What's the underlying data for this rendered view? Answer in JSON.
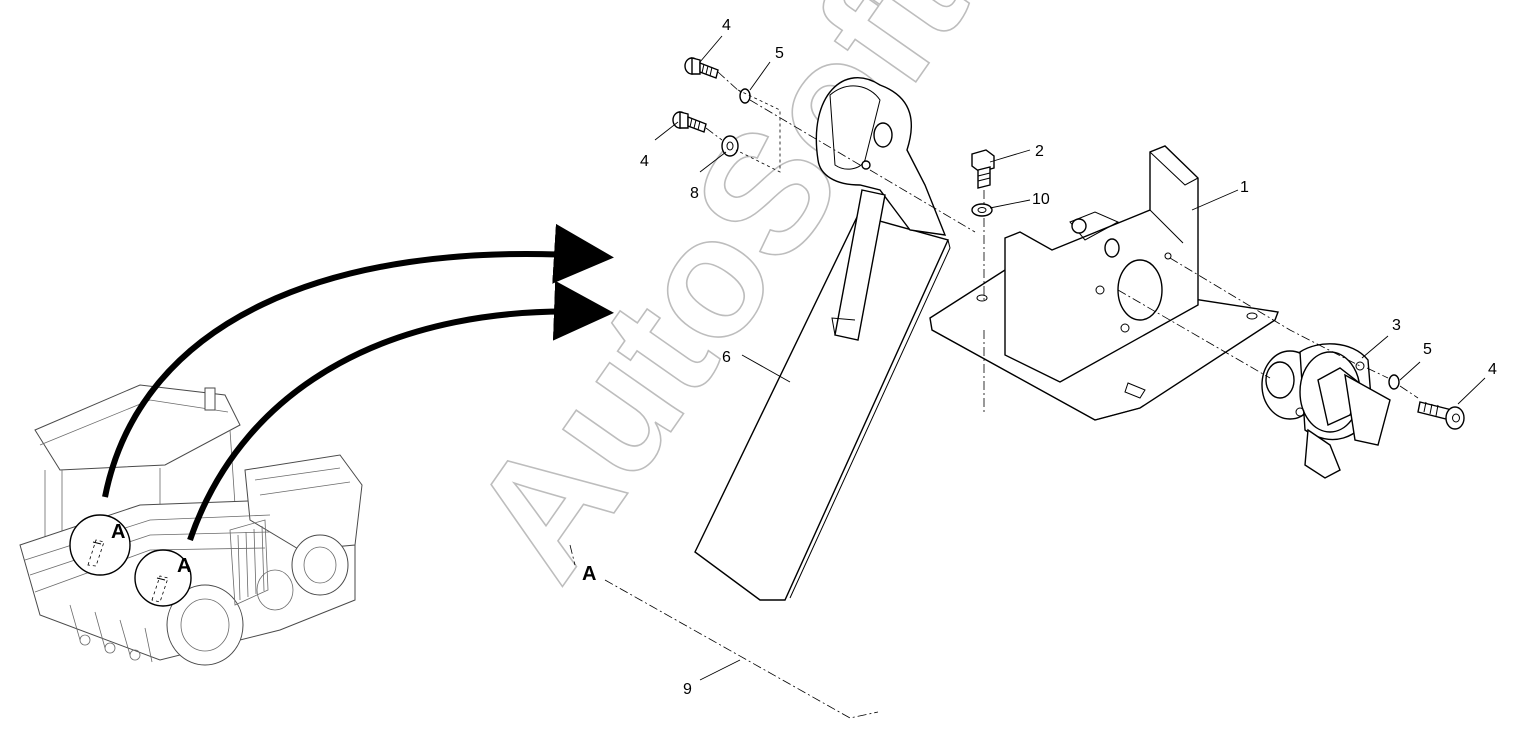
{
  "diagram": {
    "callouts": {
      "item_1": "1",
      "item_2": "2",
      "item_3": "3",
      "item_4_top": "4",
      "item_4_middle": "4",
      "item_4_right": "4",
      "item_5_top": "5",
      "item_5_right": "5",
      "item_6": "6",
      "item_8": "8",
      "item_9": "9",
      "item_10": "10"
    },
    "view_reference": {
      "detail": "A",
      "machine_left": "A",
      "machine_right": "A"
    },
    "watermark": "AutoSoft"
  }
}
